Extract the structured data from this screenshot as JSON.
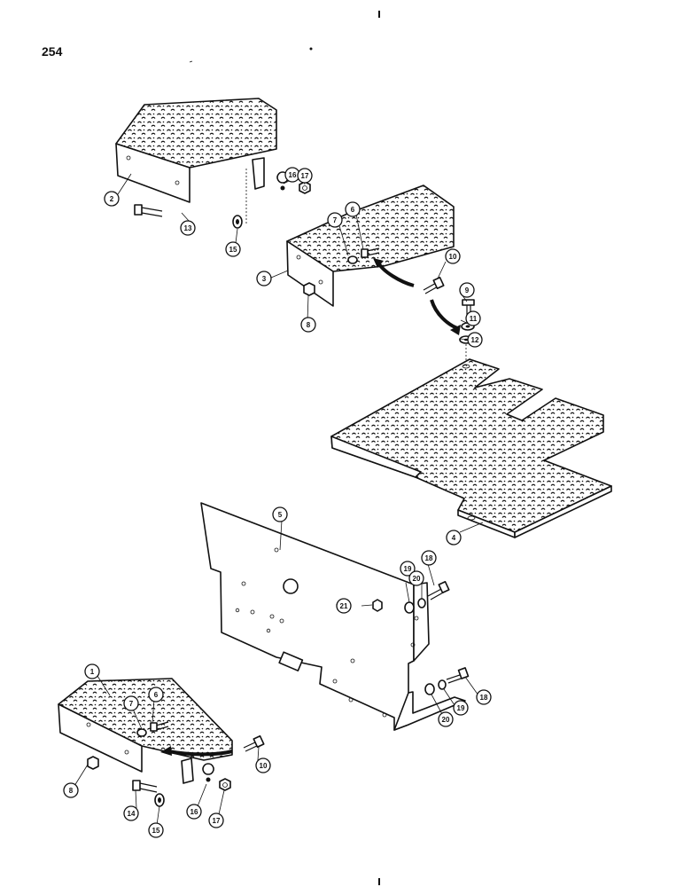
{
  "page": {
    "number": "254"
  },
  "callouts": [
    {
      "id": "c1",
      "label": "1"
    },
    {
      "id": "c2",
      "label": "2"
    },
    {
      "id": "c3",
      "label": "3"
    },
    {
      "id": "c4",
      "label": "4"
    },
    {
      "id": "c5",
      "label": "5"
    },
    {
      "id": "c6a",
      "label": "6"
    },
    {
      "id": "c6b",
      "label": "6"
    },
    {
      "id": "c7a",
      "label": "7"
    },
    {
      "id": "c7b",
      "label": "7"
    },
    {
      "id": "c8a",
      "label": "8"
    },
    {
      "id": "c8b",
      "label": "8"
    },
    {
      "id": "c9",
      "label": "9"
    },
    {
      "id": "c10a",
      "label": "10"
    },
    {
      "id": "c10b",
      "label": "10"
    },
    {
      "id": "c11",
      "label": "11"
    },
    {
      "id": "c12",
      "label": "12"
    },
    {
      "id": "c13",
      "label": "13"
    },
    {
      "id": "c14",
      "label": "14"
    },
    {
      "id": "c15a",
      "label": "15"
    },
    {
      "id": "c15b",
      "label": "15"
    },
    {
      "id": "c16a",
      "label": "16"
    },
    {
      "id": "c16b",
      "label": "16"
    },
    {
      "id": "c17a",
      "label": "17"
    },
    {
      "id": "c17b",
      "label": "17"
    },
    {
      "id": "c18a",
      "label": "18"
    },
    {
      "id": "c18b",
      "label": "18"
    },
    {
      "id": "c19a",
      "label": "19"
    },
    {
      "id": "c19b",
      "label": "19"
    },
    {
      "id": "c20a",
      "label": "20"
    },
    {
      "id": "c20b",
      "label": "20"
    },
    {
      "id": "c21",
      "label": "21"
    }
  ]
}
